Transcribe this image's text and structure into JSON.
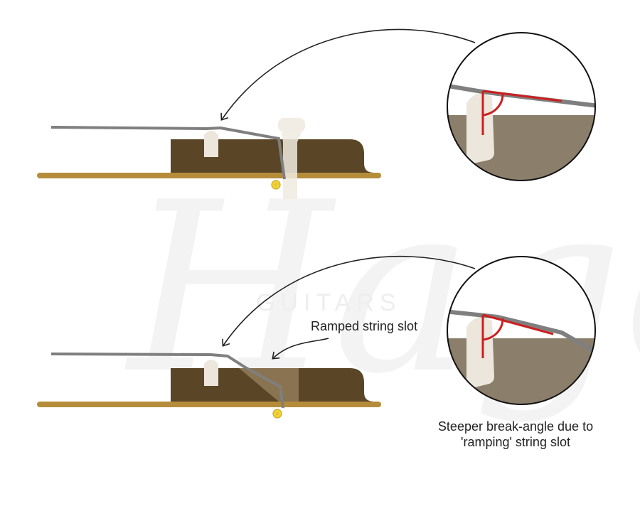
{
  "labels": {
    "ramped_slot": "Ramped string slot",
    "steeper_line1": "Steeper break-angle due to",
    "steeper_line2": "'ramping' string slot"
  },
  "watermark": {
    "logo_script": "Hage",
    "logo_sub": "GUITARS"
  },
  "colors": {
    "fretboard": "#b58d3a",
    "headstock": "#5a4626",
    "ramp_area": "#8a7351",
    "string": "#7f7f7f",
    "nut": "#ece6dc",
    "tuner_post": "#f0ebe2",
    "angle_marker": "#cc1f1f",
    "screw": "#f0d23a",
    "circle_bg": "#8b7f6b",
    "arrow": "#222222",
    "watermark": "#f2f2f2"
  }
}
